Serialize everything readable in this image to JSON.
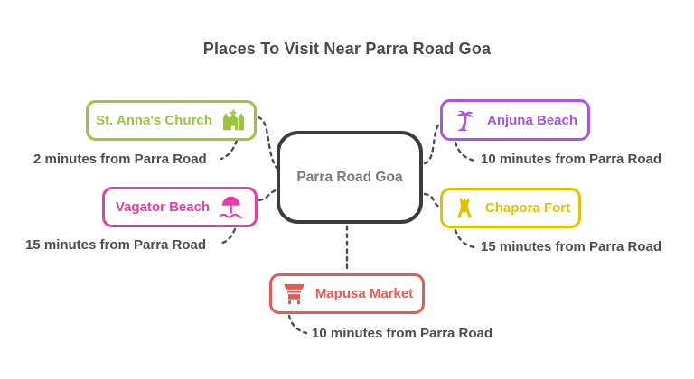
{
  "title": "Places To Visit Near Parra Road Goa",
  "center_node": {
    "label": "Parra Road Goa",
    "border_color": "#3C3C3C",
    "text_color": "#7A7A7A"
  },
  "places": [
    {
      "name": "St. Anna's Church",
      "distance": "2 minutes from Parra Road",
      "color": "#9BC53D",
      "icon": "church-icon",
      "icon_side": "right"
    },
    {
      "name": "Vagator Beach",
      "distance": "15 minutes from Parra Road",
      "color": "#E83EA4",
      "icon": "beach-umbrella-icon",
      "icon_side": "right"
    },
    {
      "name": "Anjuna Beach",
      "distance": "10 minutes from Parra Road",
      "color": "#A855E8",
      "icon": "palm-tree-icon",
      "icon_side": "left"
    },
    {
      "name": "Chapora Fort",
      "distance": "15 minutes from Parra Road",
      "color": "#DFC303",
      "icon": "fort-icon",
      "icon_side": "left"
    },
    {
      "name": "Mapusa Market",
      "distance": "10 minutes from Parra Road",
      "color": "#E25B54",
      "icon": "market-stall-icon",
      "icon_side": "left"
    }
  ],
  "connector_color": "#4D4D4D",
  "title_color": "#4A4A4A",
  "caption_color": "#4D4D4D"
}
